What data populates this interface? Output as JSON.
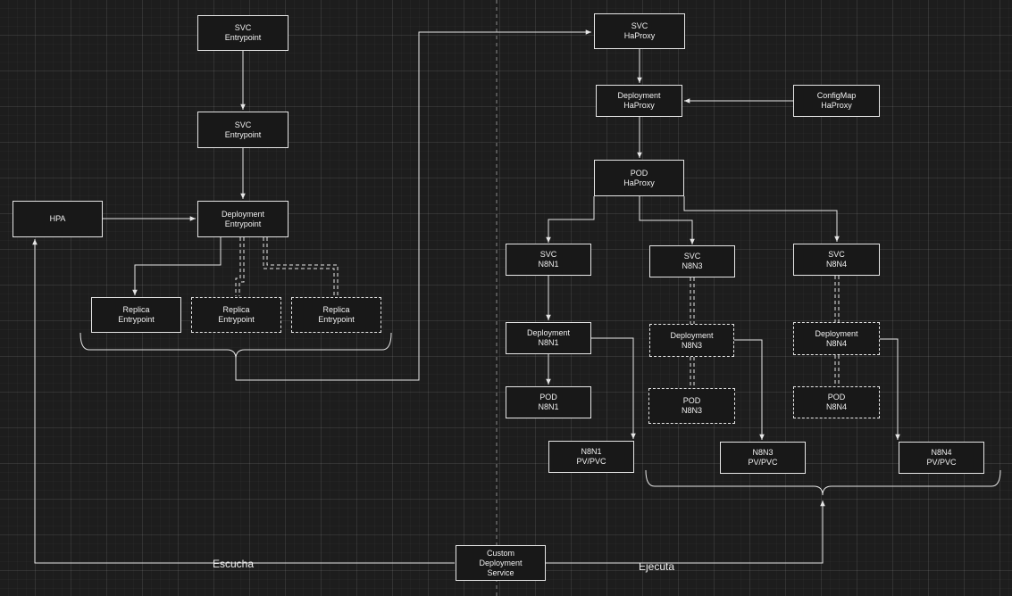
{
  "nodes": {
    "svc_entry_top": {
      "line1": "SVC",
      "line2": "Entrypoint"
    },
    "svc_entry_mid": {
      "line1": "SVC",
      "line2": "Entrypoint"
    },
    "hpa": {
      "line1": "HPA"
    },
    "deploy_entry": {
      "line1": "Deployment",
      "line2": "Entrypoint"
    },
    "replica_1": {
      "line1": "Replica",
      "line2": "Entrypoint"
    },
    "replica_2": {
      "line1": "Replica",
      "line2": "Entrypoint"
    },
    "replica_3": {
      "line1": "Replica",
      "line2": "Entrypoint"
    },
    "svc_haproxy": {
      "line1": "SVC",
      "line2": "HaProxy"
    },
    "deploy_haproxy": {
      "line1": "Deployment",
      "line2": "HaProxy"
    },
    "configmap_haproxy": {
      "line1": "ConfigMap",
      "line2": "HaProxy"
    },
    "pod_haproxy": {
      "line1": "POD",
      "line2": "HaProxy"
    },
    "svc_n8n1": {
      "line1": "SVC",
      "line2": "N8N1"
    },
    "svc_n8n3": {
      "line1": "SVC",
      "line2": "N8N3"
    },
    "svc_n8n4": {
      "line1": "SVC",
      "line2": "N8N4"
    },
    "deploy_n8n1": {
      "line1": "Deployment",
      "line2": "N8N1"
    },
    "deploy_n8n3": {
      "line1": "Deployment",
      "line2": "N8N3"
    },
    "deploy_n8n4": {
      "line1": "Deployment",
      "line2": "N8N4"
    },
    "pod_n8n1": {
      "line1": "POD",
      "line2": "N8N1"
    },
    "pod_n8n3": {
      "line1": "POD",
      "line2": "N8N3"
    },
    "pod_n8n4": {
      "line1": "POD",
      "line2": "N8N4"
    },
    "pv_n8n1": {
      "line1": "N8N1",
      "line2": "PV/PVC"
    },
    "pv_n8n3": {
      "line1": "N8N3",
      "line2": "PV/PVC"
    },
    "pv_n8n4": {
      "line1": "N8N4",
      "line2": "PV/PVC"
    },
    "custom_service": {
      "line1": "Custom",
      "line2": "Deployment",
      "line3": "Service"
    }
  },
  "edge_labels": {
    "escucha": "Escucha",
    "ejecuta": "Ejecuta"
  },
  "colors": {
    "background": "#1d1d1d",
    "stroke": "#e6e6e6",
    "text": "#f0f0f0"
  }
}
